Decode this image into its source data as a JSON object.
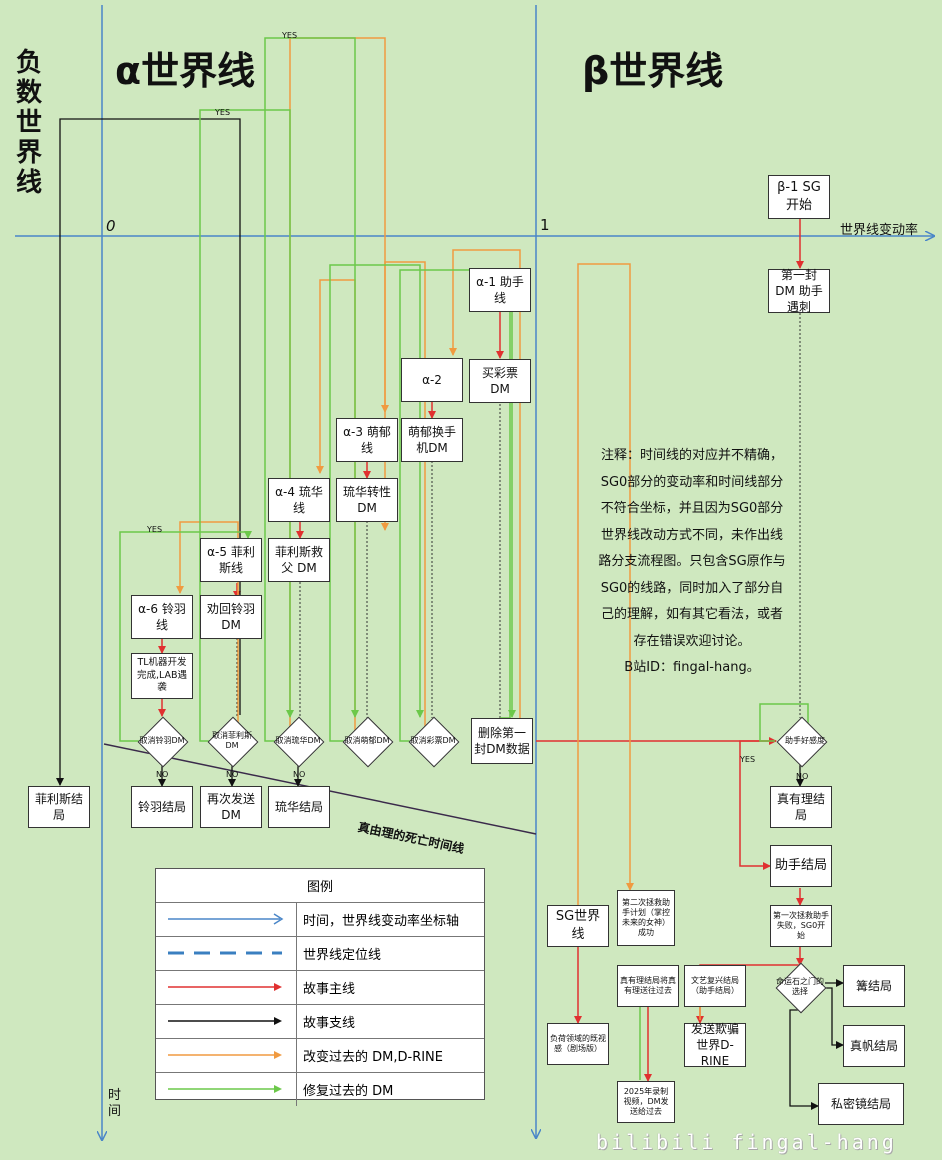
{
  "headers": {
    "negative": [
      "负",
      "数",
      "世",
      "界",
      "线"
    ],
    "alpha": "α世界线",
    "beta": "β世界线",
    "origin": "0",
    "one": "1",
    "axis_x": "世界线变动率",
    "axis_y": [
      "时",
      "间"
    ],
    "death_line": "真由理的死亡时间线"
  },
  "nodes": {
    "beta1": "β-1 SG开始",
    "dm1": "第一封 DM 助手遇刺",
    "a1": "α-1 助手线",
    "lottery": "买彩票 DM",
    "a2": "α-2",
    "moeka_dm": "萌郁换手机DM",
    "a3": "α-3 萌郁线",
    "ruka_dm": "琉华转性 DM",
    "a4": "α-4 琉华线",
    "faris_dm": "菲利斯救父 DM",
    "a5": "α-5 菲利斯线",
    "suzuha_dm": "劝回铃羽 DM",
    "a6": "α-6 铃羽线",
    "tl": "TL机器开发完成,LAB遇袭",
    "delete_dm": "删除第一封DM数据",
    "end_faris_neg": "菲利斯结局",
    "end_suzuha": "铃羽结局",
    "end_resend": "再次发送 DM",
    "end_ruka": "琉华结局",
    "true_end": "真有理结局",
    "assist_end": "助手结局",
    "first_fail": "第一次拯救助手失败，SG0开始",
    "sg_line": "SG世界线",
    "load_vision": "负荷领域的既视感（剧场版）",
    "second_plan": "第二次拯救助手计划（掌控未来的女神）成功",
    "mayuri_end": "真有理结局将真有理送往过去",
    "culture_end": "文艺复兴结局（助手结局）",
    "d_rine": "发送欺骗世界D-RINE",
    "video2025": "2025年录制视频，DM发送给过去",
    "kagari": "篝结局",
    "maho": "真帆结局",
    "mirror": "私密镜结局"
  },
  "diamonds": {
    "c_suzuha": "取消铃羽DM",
    "c_faris": "取消菲利斯DM",
    "c_ruka": "取消琉华DM",
    "c_moeka": "取消萌郁DM",
    "c_lottery": "取消彩票DM",
    "affection": "助手好感度",
    "steins": "命运石之门的选择"
  },
  "labels": {
    "yes": "YES",
    "no": "NO"
  },
  "note": [
    "注释：时间线的对应并不精确，",
    "SG0部分的变动率和时间线部分",
    "不符合坐标，并且因为SG0部分",
    "世界线改动方式不同，未作出线",
    "路分支流程图。只包含SG原作与",
    "SG0的线路，同时加入了部分自",
    "己的理解，如有其它看法，或者",
    "存在错误欢迎讨论。",
    "B站ID：fingal-hang。"
  ],
  "legend": {
    "title": "图例",
    "rows": [
      {
        "label": "时间，世界线变动率坐标轴",
        "color": "#4a86c8",
        "style": "arrow"
      },
      {
        "label": "世界线定位线",
        "color": "#3a7fc0",
        "style": "dash"
      },
      {
        "label": "故事主线",
        "color": "#e03030",
        "style": "arrow"
      },
      {
        "label": "故事支线",
        "color": "#111111",
        "style": "arrow"
      },
      {
        "label": "改变过去的 DM,D-RINE",
        "color": "#f09a40",
        "style": "arrow"
      },
      {
        "label": "修复过去的 DM",
        "color": "#6cc84a",
        "style": "arrow"
      }
    ]
  },
  "colors": {
    "axis": "#4a86c8",
    "main": "#e03030",
    "branch": "#111111",
    "change": "#f09a40",
    "repair": "#6cc84a",
    "background": "#cfe8bf"
  },
  "watermark": "bilibili fingal-hang"
}
